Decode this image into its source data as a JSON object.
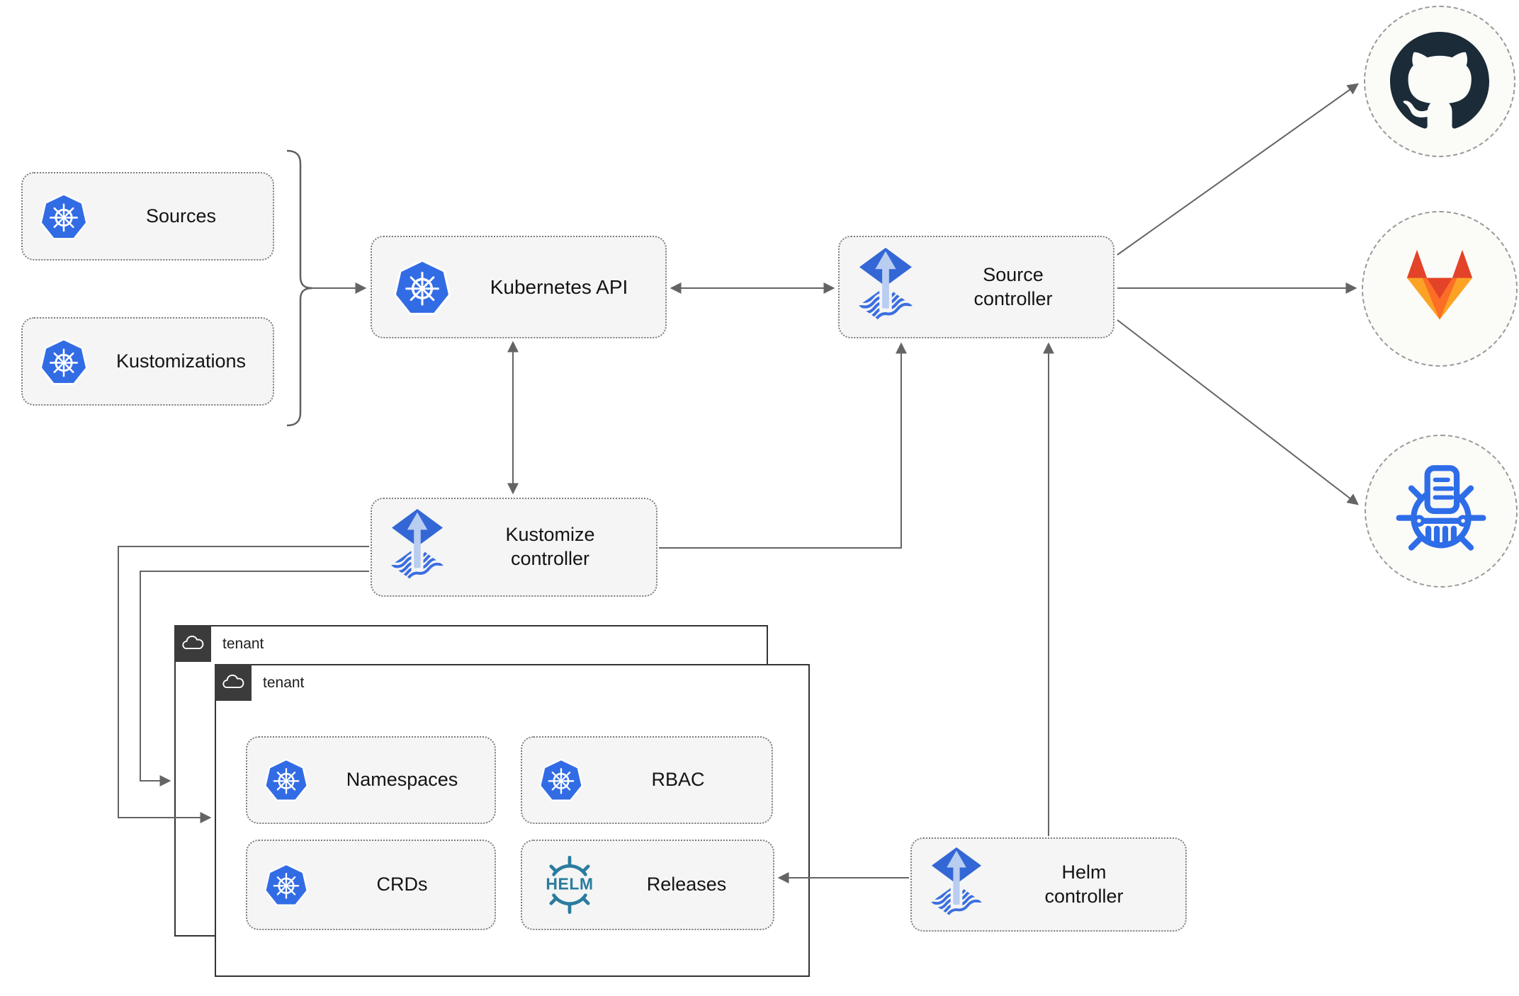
{
  "nodes": {
    "sources": {
      "label": "Sources",
      "icon": "kubernetes-icon"
    },
    "kustomizations": {
      "label": "Kustomizations",
      "icon": "kubernetes-icon"
    },
    "kubernetes_api": {
      "label": "Kubernetes API",
      "icon": "kubernetes-icon"
    },
    "source_controller": {
      "label": "Source controller",
      "icon": "flux-icon"
    },
    "kustomize_controller": {
      "label": "Kustomize controller",
      "icon": "flux-icon"
    },
    "helm_controller": {
      "label": "Helm controller",
      "icon": "flux-icon"
    },
    "tenant_back": {
      "label": "tenant",
      "icon": "cloud-icon"
    },
    "tenant_front": {
      "label": "tenant",
      "icon": "cloud-icon"
    },
    "namespaces": {
      "label": "Namespaces",
      "icon": "kubernetes-icon"
    },
    "rbac": {
      "label": "RBAC",
      "icon": "kubernetes-icon"
    },
    "crds": {
      "label": "CRDs",
      "icon": "kubernetes-icon"
    },
    "releases": {
      "label": "Releases",
      "icon": "helm-icon",
      "logo_text": "HELM"
    }
  },
  "providers": [
    {
      "name": "github",
      "icon": "github-icon"
    },
    {
      "name": "gitlab",
      "icon": "gitlab-icon"
    },
    {
      "name": "helm-repository",
      "icon": "chartmuseum-icon"
    }
  ],
  "edges": [
    {
      "from": "sources+kustomizations",
      "to": "kubernetes_api",
      "type": "arrow"
    },
    {
      "from": "kubernetes_api",
      "to": "source_controller",
      "type": "double-arrow"
    },
    {
      "from": "kubernetes_api",
      "to": "kustomize_controller",
      "type": "double-arrow"
    },
    {
      "from": "kustomize_controller",
      "to": "source_controller",
      "type": "arrow"
    },
    {
      "from": "helm_controller",
      "to": "source_controller",
      "type": "arrow"
    },
    {
      "from": "helm_controller",
      "to": "releases",
      "type": "arrow"
    },
    {
      "from": "kustomize_controller",
      "to": "tenant_back",
      "type": "arrow"
    },
    {
      "from": "kustomize_controller",
      "to": "tenant_front",
      "type": "arrow"
    },
    {
      "from": "source_controller",
      "to": "github",
      "type": "arrow"
    },
    {
      "from": "source_controller",
      "to": "gitlab",
      "type": "arrow"
    },
    {
      "from": "source_controller",
      "to": "helm-repository",
      "type": "arrow"
    }
  ],
  "colors": {
    "kubernetes_blue": "#326ce5",
    "flux_blue": "#3367d6",
    "flux_light_arrow": "#b9cdf1",
    "helm_teal": "#2b7c9e",
    "github_dark": "#1b2b38",
    "gitlab_red": "#e24329",
    "gitlab_orange": "#fc6d26",
    "gitlab_light_orange": "#fca326",
    "chart_repo_blue": "#2e6de8",
    "connector_gray": "#646464",
    "node_fill": "#f5f5f5",
    "tenant_tag_dark": "#3b3b3b"
  }
}
